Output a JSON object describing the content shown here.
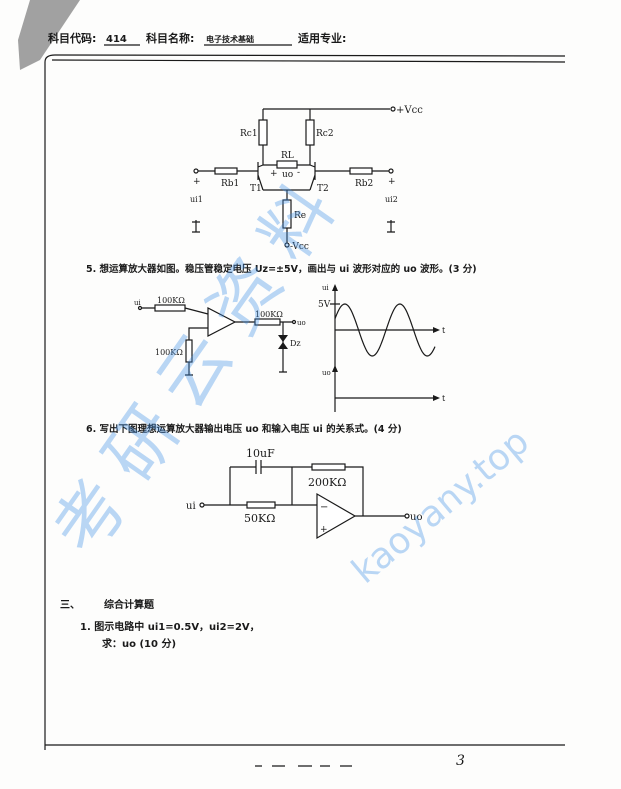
{
  "header": {
    "code_label": "科目代码:",
    "code_value": "414",
    "name_label": "科目名称:",
    "name_value": "电子技术基础",
    "major_label": "适用专业:"
  },
  "circuit1": {
    "vcc_pos": "+Vcc",
    "vcc_neg": "-Vcc",
    "rc1": "Rc1",
    "rc2": "Rc2",
    "rl": "RL",
    "uo": "uo",
    "rb1": "Rb1",
    "rb2": "Rb2",
    "re": "Re",
    "t1": "T1",
    "t2": "T2",
    "ui1": "ui1",
    "ui2": "ui2",
    "plus": "+",
    "minus": "-"
  },
  "q5": {
    "text": "5.  想运算放大器如图。稳压管稳定电压 Uz=±5V，画出与 ui 波形对应的 uo 波形。(3 分)",
    "r_in": "100KΩ",
    "r_gnd": "100KΩ",
    "r_out": "100KΩ",
    "ui": "ui",
    "uo": "uo",
    "dz": "Dz",
    "wave_ui": "ui",
    "wave_uo": "uo",
    "amp": "5V",
    "t": "t"
  },
  "q6": {
    "text": "6.  写出下图理想运算放大器输出电压 uo 和输入电压 ui 的关系式。(4 分)",
    "cap": "10uF",
    "rf": "200KΩ",
    "rin": "50KΩ",
    "ui": "ui",
    "uo": "uo",
    "minus": "−",
    "plus": "+"
  },
  "section3": {
    "num": "三、",
    "title": "综合计算题",
    "q1_line1": "1.  图示电路中 ui1=0.5V，ui2=2V，",
    "q1_line2": "求：uo    (10 分)"
  },
  "page_number": "3",
  "watermark": {
    "chars": "考研云资料",
    "url": "kaoyany.top",
    "color": "#3d8fe8"
  }
}
